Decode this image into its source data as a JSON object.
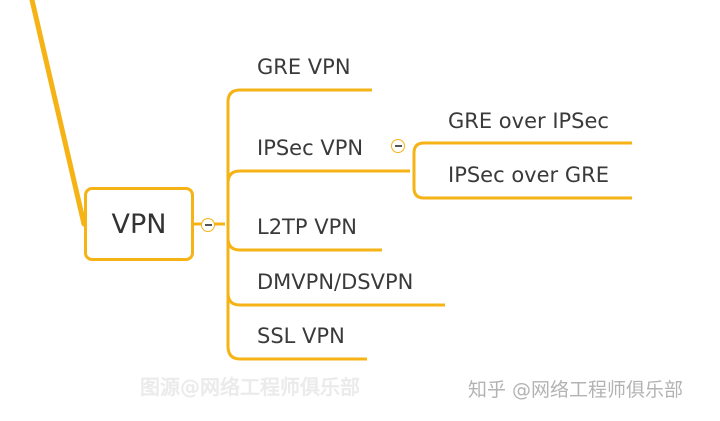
{
  "root": {
    "label": "VPN"
  },
  "branches": [
    {
      "label": "GRE VPN"
    },
    {
      "label": "IPSec VPN",
      "collapsible": true
    },
    {
      "label": "L2TP VPN"
    },
    {
      "label": "DMVPN/DSVPN"
    },
    {
      "label": "SSL VPN"
    }
  ],
  "ipsec_children": [
    {
      "label": "GRE over IPSec"
    },
    {
      "label": "IPSec over GRE"
    }
  ],
  "watermarks": {
    "faded": "图源@网络工程师俱乐部",
    "credit": "知乎 @网络工程师俱乐部"
  },
  "colors": {
    "accent": "#f5b316",
    "text": "#3a3a3a"
  }
}
